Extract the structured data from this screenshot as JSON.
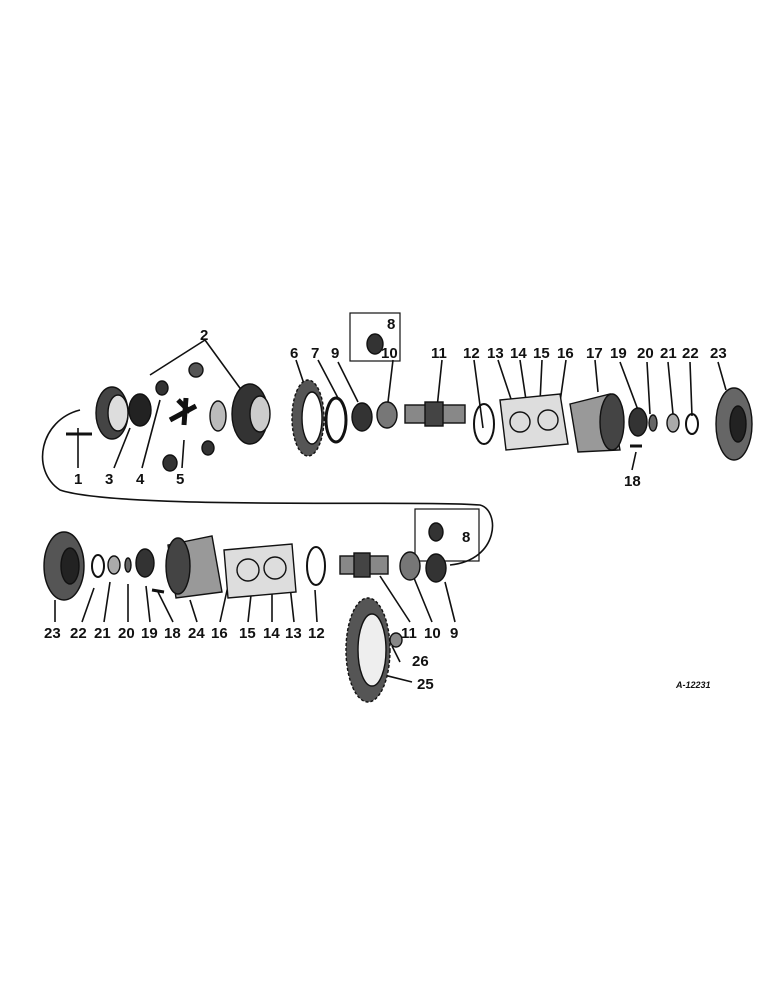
{
  "diagram": {
    "figure_code": "A-12231",
    "top_row_labels": [
      "2",
      "6",
      "7",
      "8",
      "9",
      "10",
      "11",
      "12",
      "13",
      "14",
      "15",
      "16",
      "17",
      "19",
      "20",
      "21",
      "22",
      "23",
      "1",
      "3",
      "4",
      "5",
      "18"
    ],
    "bottom_row_labels": [
      "8",
      "23",
      "22",
      "21",
      "20",
      "19",
      "18",
      "24",
      "16",
      "15",
      "14",
      "13",
      "12",
      "11",
      "10",
      "9",
      "26",
      "25"
    ]
  },
  "colors": {
    "ink": "#111111",
    "paper": "#ffffff",
    "shade": "#555555"
  }
}
